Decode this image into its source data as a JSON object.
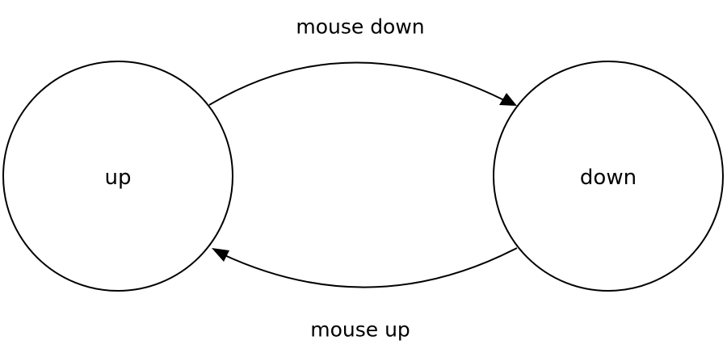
{
  "diagram": {
    "states": {
      "up": {
        "label": "up"
      },
      "down": {
        "label": "down"
      }
    },
    "transitions": {
      "mouse_down": {
        "label": "mouse down"
      },
      "mouse_up": {
        "label": "mouse up"
      }
    },
    "colors": {
      "stroke": "#000000",
      "background": "#ffffff"
    }
  }
}
